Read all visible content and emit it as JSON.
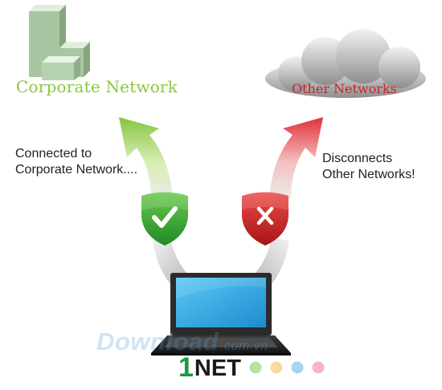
{
  "corporate_network": {
    "title": "Corporate Network",
    "status_text": [
      "Connected to",
      "Corporate Network...."
    ]
  },
  "other_networks": {
    "title": "Other Networks",
    "status_text": [
      "Disconnects",
      "Other Networks!"
    ]
  },
  "shields": {
    "allow": {
      "icon": "check-icon",
      "color": "#3aaa35"
    },
    "block": {
      "icon": "x-icon",
      "color": "#d22a2a"
    }
  },
  "brand": {
    "digit": "1",
    "word": "NET"
  },
  "watermark": {
    "text": "Download",
    "domain": ".com.vn"
  },
  "colors": {
    "corporate_green": "#8cc63f",
    "other_red": "#c0272d",
    "brand_green": "#1a9a3c",
    "screen_blue": "#2a9fd8",
    "dots": [
      "#b3e5a0",
      "#fbd7a3",
      "#a8d3f2",
      "#f7b6be"
    ]
  }
}
